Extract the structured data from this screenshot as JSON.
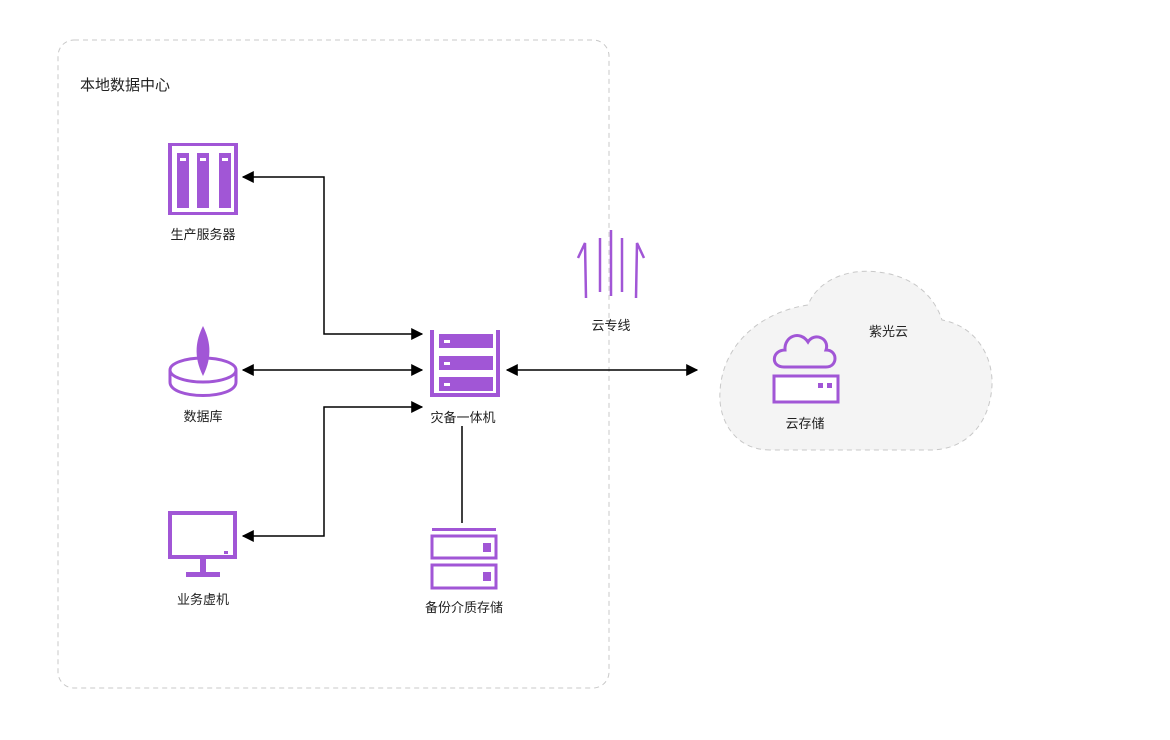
{
  "colors": {
    "accent": "#a156d6",
    "connector": "#000000",
    "border": "#c8c8c8",
    "cloud_fill": "#f3f3f3",
    "text": "#222222"
  },
  "local_dc": {
    "title": "本地数据中心"
  },
  "nodes": {
    "production_server": {
      "label": "生产服务器",
      "icon": "server-rack-icon"
    },
    "database": {
      "label": "数据库",
      "icon": "database-icon"
    },
    "business_vm": {
      "label": "业务虚机",
      "icon": "monitor-icon"
    },
    "dr_appliance": {
      "label": "灾备一体机",
      "icon": "server-stack-icon"
    },
    "backup_media": {
      "label": "备份介质存储",
      "icon": "storage-drive-icon"
    },
    "dedicated_line": {
      "label": "云专线",
      "icon": "dedicated-line-icon"
    },
    "cloud_storage": {
      "label": "云存储",
      "icon": "cloud-storage-icon"
    }
  },
  "cloud": {
    "title": "紫光云"
  }
}
